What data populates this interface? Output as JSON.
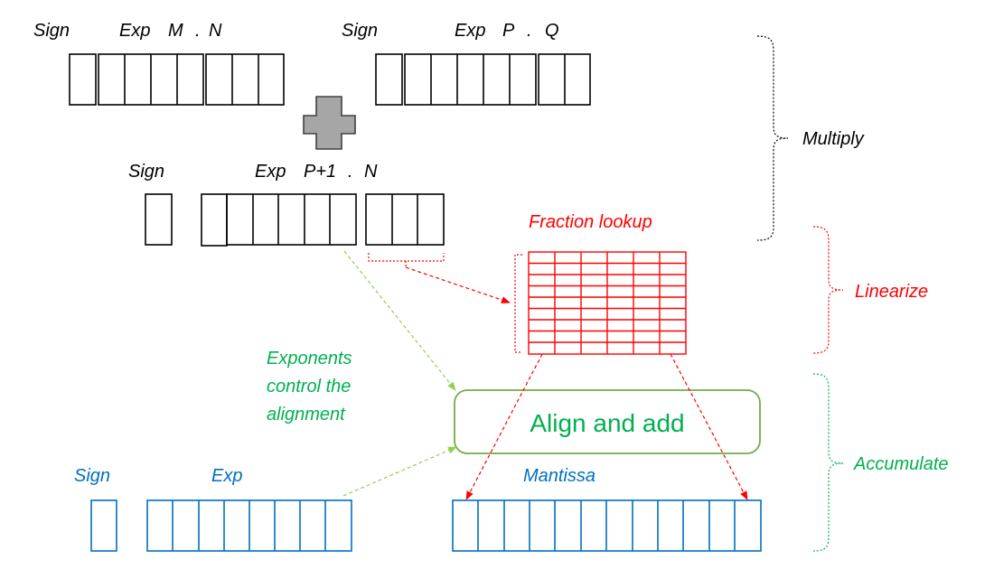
{
  "colors": {
    "black": "#000000",
    "red": "#ff0000",
    "green": "#00b050",
    "darkgreen": "#70ad47",
    "blue": "#0070c0",
    "plus_fill": "#a6a6a6",
    "plus_stroke": "#404040"
  },
  "operand_a": {
    "sign": "Sign",
    "exp": "Exp",
    "m": "M",
    "dot": ".",
    "n": "N"
  },
  "operand_b": {
    "sign": "Sign",
    "exp": "Exp",
    "p": "P",
    "dot": ".",
    "q": "Q"
  },
  "operator_icon": "plus-icon",
  "product": {
    "sign": "Sign",
    "exp": "Exp",
    "p1": "P+1",
    "dot": ".",
    "n": "N"
  },
  "lookup": {
    "label": "Fraction lookup"
  },
  "align": {
    "label": "Align and add"
  },
  "note": {
    "line1": "Exponents",
    "line2": "control the",
    "line3": "alignment"
  },
  "accumulator": {
    "sign": "Sign",
    "exp": "Exp",
    "mantissa": "Mantissa"
  },
  "stages": {
    "multiply": "Multiply",
    "linearize": "Linearize",
    "accumulate": "Accumulate"
  }
}
